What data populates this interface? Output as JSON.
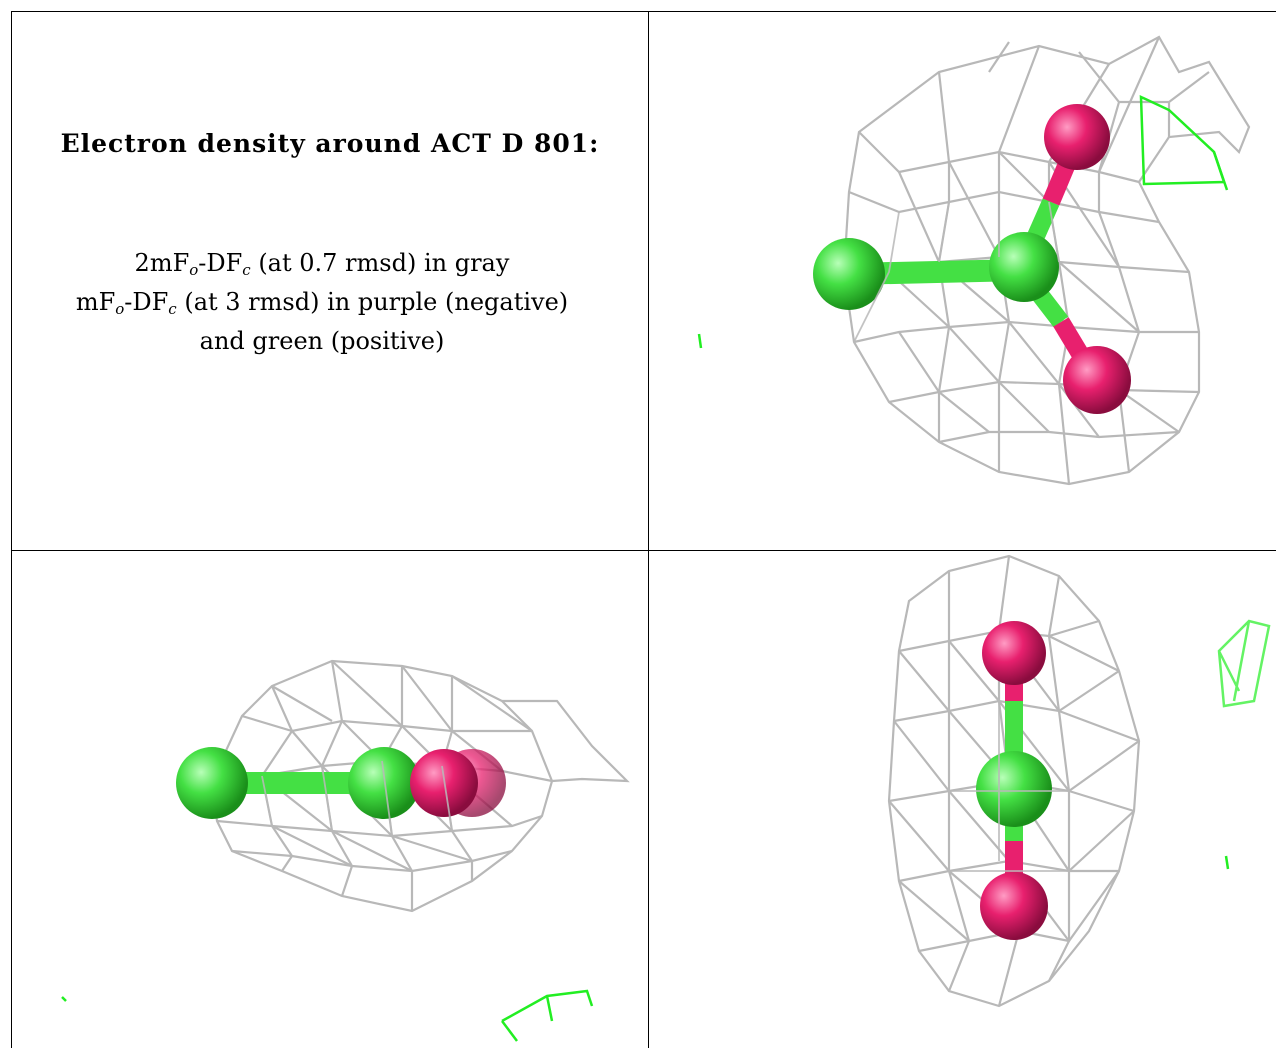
{
  "title": "Electron density around ACT D 801:",
  "legend": {
    "line1": {
      "a": "2mF",
      "b": "o",
      "c": "-DF",
      "d": "c",
      "e": " (at 0.7 rmsd) in gray"
    },
    "line2": {
      "a": "mF",
      "b": "o",
      "c": "-DF",
      "d": "c",
      "e": " (at 3 rmsd) in purple (negative)"
    },
    "line3": "and green (positive)"
  },
  "colors": {
    "mesh_2fofc": "#b8b8b8",
    "mesh_positive": "#22ee22",
    "carbon": "#44e044",
    "oxygen": "#e8206e",
    "grid_lines": "#000000"
  },
  "views": [
    {
      "name": "view-1",
      "molecule": "ACT D 801"
    },
    {
      "name": "view-2",
      "molecule": "ACT D 801"
    },
    {
      "name": "view-3",
      "molecule": "ACT D 801"
    }
  ]
}
